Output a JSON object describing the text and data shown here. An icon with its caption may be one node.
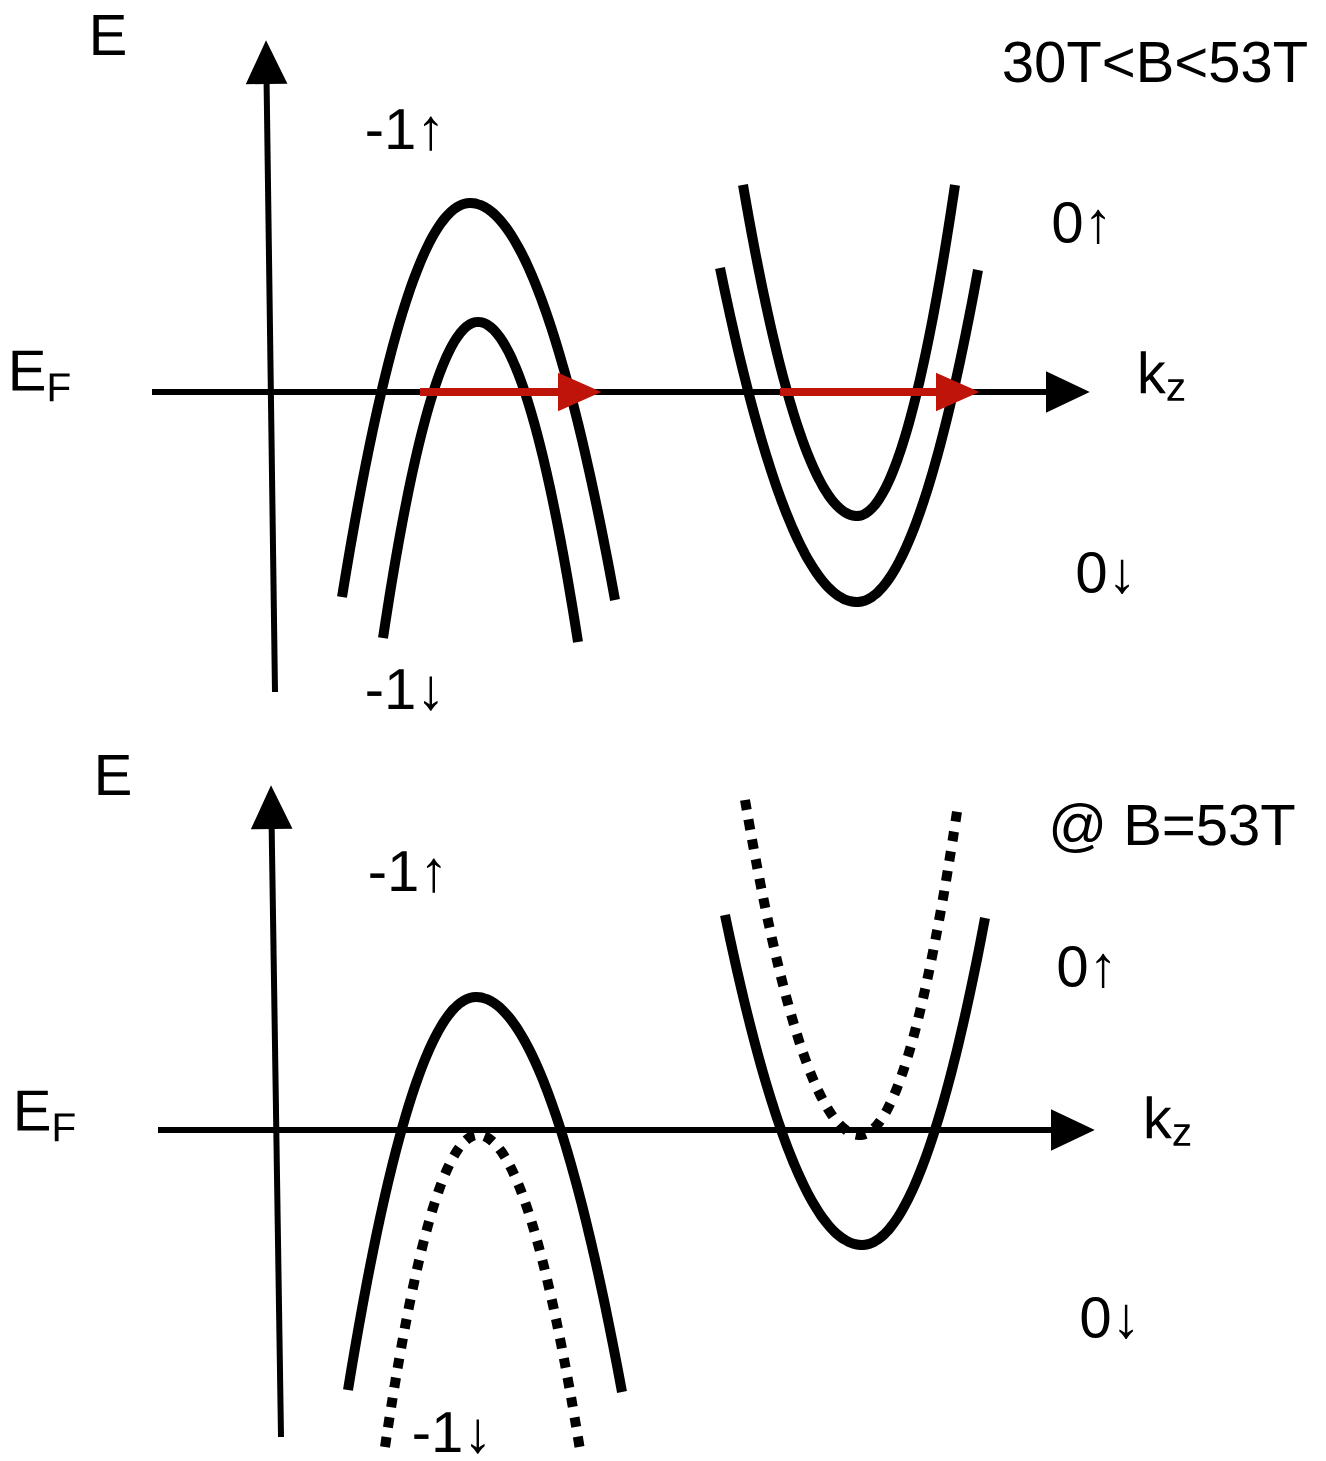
{
  "diagram": {
    "labels": [
      "E",
      "30T<B<53T",
      "-1↑",
      "0↑",
      "E$_{F}$",
      "k$_{z}$",
      "0↓",
      "-1↓",
      "E",
      "@ B=53T",
      "-1↑",
      "0↑",
      "E$_{F}$",
      "k$_{z}$",
      "0↓",
      "-1↓"
    ]
  }
}
